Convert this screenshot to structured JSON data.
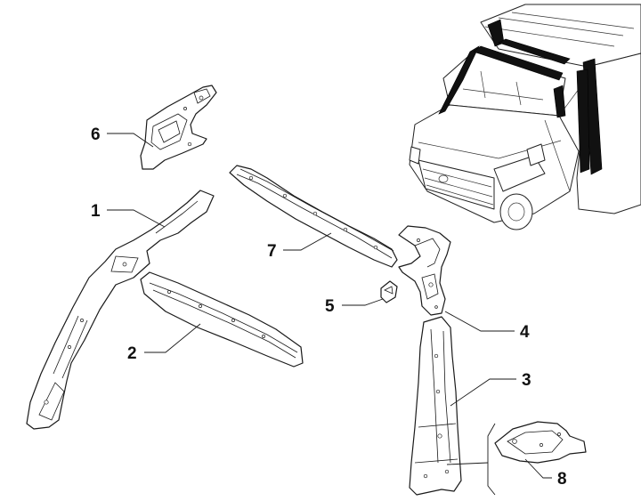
{
  "callouts": {
    "c1": "1",
    "c2": "2",
    "c3": "3",
    "c4": "4",
    "c5": "5",
    "c6": "6",
    "c7": "7",
    "c8": "8"
  },
  "colors": {
    "line": "#1a1a1a",
    "highlight": "#111111",
    "background": "#ffffff"
  }
}
